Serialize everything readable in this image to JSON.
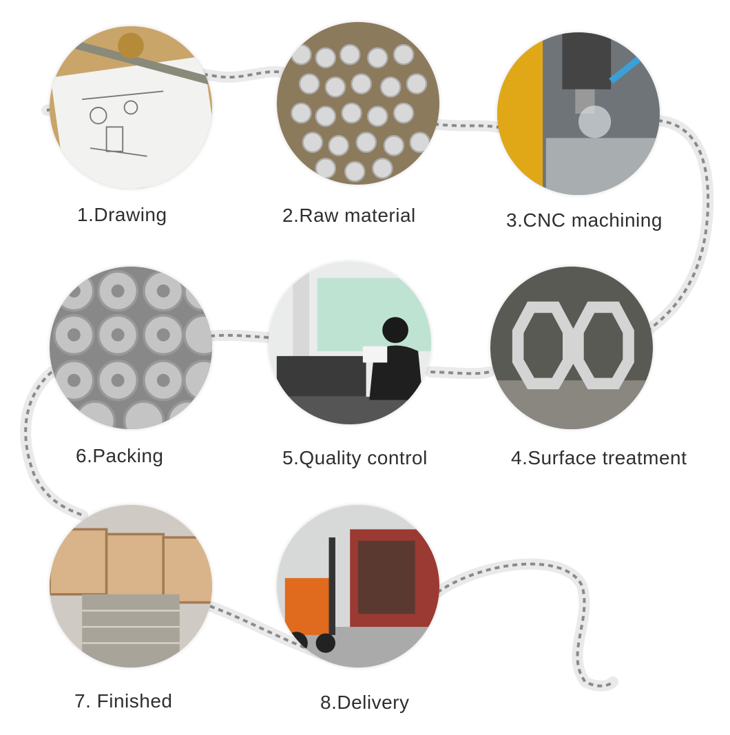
{
  "steps": [
    {
      "label": "1.Drawing",
      "photo": "technical-drawing-with-caliper"
    },
    {
      "label": "2.Raw material",
      "photo": "aluminum-tubes"
    },
    {
      "label": "3.CNC machining",
      "photo": "cnc-machine"
    },
    {
      "label": "4.Surface treatment",
      "photo": "anodized-parts"
    },
    {
      "label": "5.Quality control",
      "photo": "measuring-machine-operator"
    },
    {
      "label": "6.Packing",
      "photo": "packed-rings"
    },
    {
      "label": "7. Finished",
      "photo": "wooden-crates"
    },
    {
      "label": "8.Delivery",
      "photo": "forklift-truck-loading"
    }
  ],
  "colors": {
    "path": "#8a8a8a",
    "text": "#2e2e2e"
  }
}
